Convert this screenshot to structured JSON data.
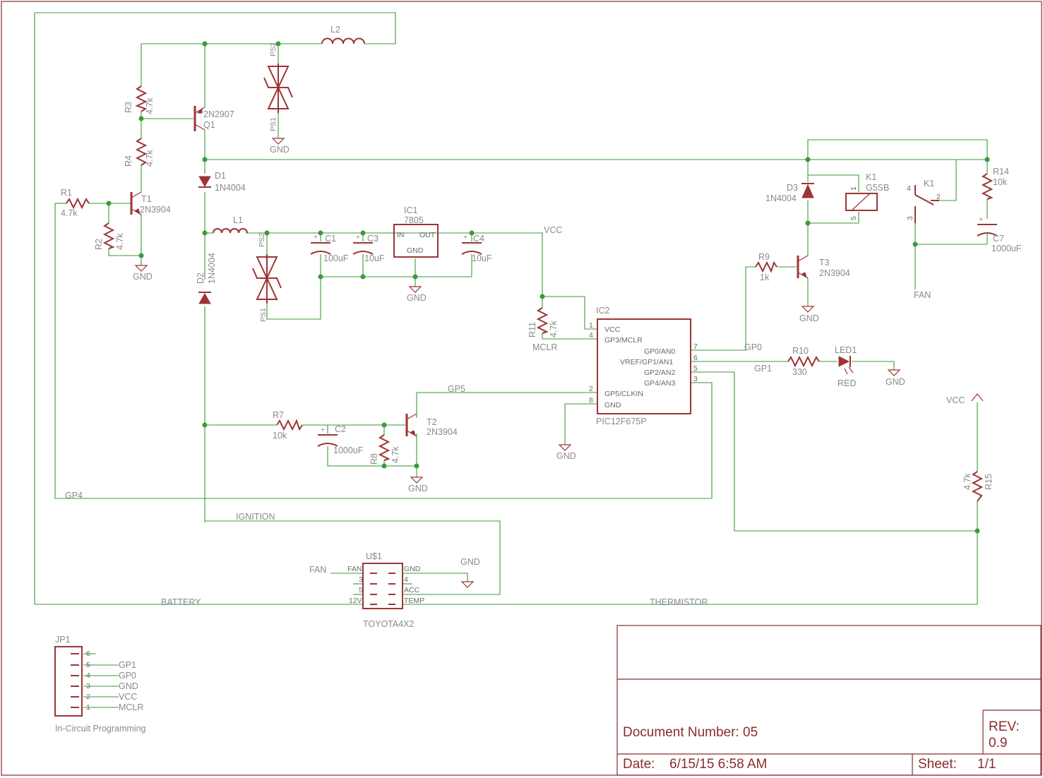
{
  "parts": {
    "r1": {
      "name": "R1",
      "value": "4.7k"
    },
    "r2": {
      "name": "R2",
      "value": "4.7k"
    },
    "r3": {
      "name": "R3",
      "value": "4.7k"
    },
    "r4": {
      "name": "R4",
      "value": "4.7k"
    },
    "r7": {
      "name": "R7",
      "value": "10k"
    },
    "r8": {
      "name": "R8",
      "value": "4.7k"
    },
    "r9": {
      "name": "R9",
      "value": "1k"
    },
    "r10": {
      "name": "R10",
      "value": "330"
    },
    "r11": {
      "name": "R11",
      "value": "4.7k",
      "tag": "MCLR"
    },
    "r14": {
      "name": "R14",
      "value": "10k"
    },
    "r15": {
      "name": "R15",
      "value": "4.7k"
    },
    "q1": {
      "name": "Q1",
      "value": "2N2907"
    },
    "t1": {
      "name": "T1",
      "value": "2N3904"
    },
    "t2": {
      "name": "T2",
      "value": "2N3904"
    },
    "t3": {
      "name": "T3",
      "value": "2N3904"
    },
    "d1": {
      "name": "D1",
      "value": "1N4004"
    },
    "d2": {
      "name": "D2",
      "value": "1N4004"
    },
    "d3": {
      "name": "D3",
      "value": "1N4004"
    },
    "l1": {
      "name": "L1"
    },
    "l2": {
      "name": "L2"
    },
    "c1": {
      "name": "C1",
      "value": "100uF"
    },
    "c2": {
      "name": "C2",
      "value": "1000uF"
    },
    "c3": {
      "name": "C3",
      "value": "10uF"
    },
    "c4": {
      "name": "C4",
      "value": "10uF"
    },
    "c7": {
      "name": "C7",
      "value": "1000uF"
    },
    "led1": {
      "name": "LED1",
      "value": "RED"
    },
    "ic1": {
      "name": "IC1",
      "value": "7805",
      "pin_in": "IN",
      "pin_out": "OUT",
      "pin_gnd": "GND"
    },
    "k1": {
      "name": "K1",
      "value": "G5SB",
      "p1": "1",
      "p2": "2",
      "p4": "4",
      "p3": "3",
      "p5": "5"
    },
    "tvs1": {
      "ps1": "PS1",
      "ps2": "PS2"
    },
    "tvs2": {
      "ps1": "PS1",
      "ps2": "PS2"
    }
  },
  "ic2": {
    "name": "IC2",
    "value": "PIC12F675P",
    "left_pins": [
      {
        "num": "1",
        "label": "VCC"
      },
      {
        "num": "4",
        "label": "GP3/MCLR"
      },
      {
        "num": "2",
        "label": "GP5/CLKIN"
      },
      {
        "num": "8",
        "label": "GND"
      }
    ],
    "right_pins": [
      {
        "num": "7",
        "label": "GP0/AN0"
      },
      {
        "num": "6",
        "label": "VREF/GP1/AN1"
      },
      {
        "num": "5",
        "label": "GP2/AN2"
      },
      {
        "num": "3",
        "label": "GP4/AN3"
      }
    ]
  },
  "nets": {
    "vcc": "VCC",
    "gnd": "GND",
    "gp0": "GP0",
    "gp1": "GP1",
    "gp4": "GP4",
    "gp5": "GP5",
    "ignition": "IGNITION",
    "battery": "BATTERY",
    "thermistor": "THERMISTOR",
    "fan": "FAN"
  },
  "connector_u1": {
    "name": "U$1",
    "value": "TOYOTA4X2",
    "left": [
      "FAN",
      "3",
      "5",
      "12V"
    ],
    "right": [
      "GND",
      "4",
      "ACC",
      "TEMP"
    ]
  },
  "jp1": {
    "name": "JP1",
    "caption": "In-Circuit Programming",
    "pins": [
      {
        "num": "6",
        "net": ""
      },
      {
        "num": "5",
        "net": "GP1"
      },
      {
        "num": "4",
        "net": "GP0"
      },
      {
        "num": "3",
        "net": "GND"
      },
      {
        "num": "2",
        "net": "VCC"
      },
      {
        "num": "1",
        "net": "MCLR"
      }
    ]
  },
  "title_block": {
    "document_number": "Document Number: 05",
    "rev_label": "REV:",
    "rev_value": "0.9",
    "date_label": "Date:",
    "date_value": "6/15/15 6:58 AM",
    "sheet_label": "Sheet:",
    "sheet_value": "1/1"
  },
  "colors": {
    "wire": "#3a9a3a",
    "part": "#9c3535",
    "frame": "#8b2c2c",
    "label": "#8a8a8a"
  }
}
